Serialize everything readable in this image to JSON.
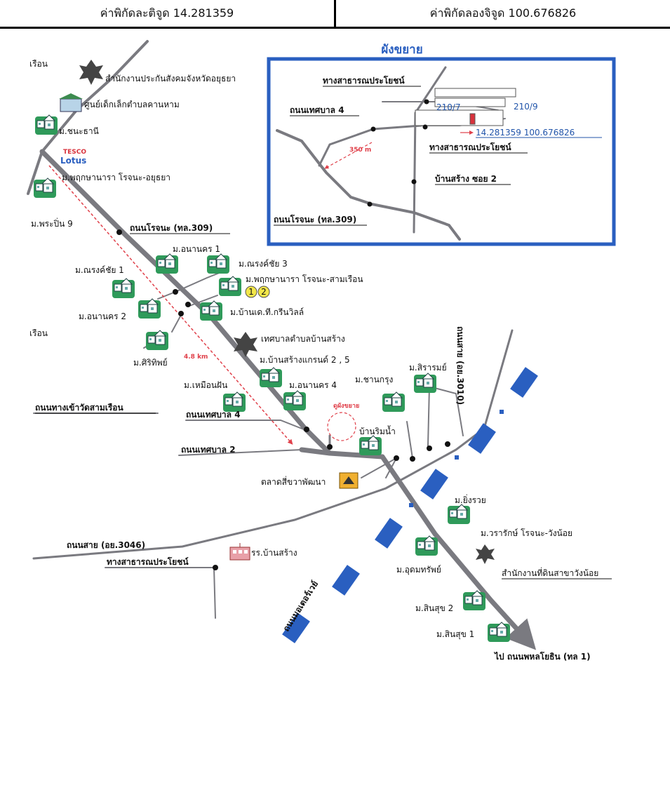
{
  "header": {
    "latitude_label": "ค่าพิกัดละติจูด 14.281359",
    "longitude_label": "ค่าพิกัดลองจิจูด 100.676826"
  },
  "inset": {
    "title": "ผังขยาย",
    "road_public_top": "ทางสาธารณประโยชน์",
    "road_thesaban4": "ถนนเทศบาล 4",
    "plot_2107": "210/7",
    "plot_2109": "210/9",
    "coords": "14.281359 100.676826",
    "road_public_right": "ทางสาธารณประโยชน์",
    "distance": "350 m",
    "soi": "บ้านสร้าง ซอย 2",
    "road_rojana": "ถนนโรจนะ (ทล.309)"
  },
  "labels": {
    "ruean_top": "เรือน",
    "social_security": "สำนักงานประกันสังคมจังหวัดอยุธยา",
    "child_center": "ศูนย์เด็กเล็กตำบลคานหาม",
    "chana_thani": "ม.ชนะธานี",
    "tesco_1": "TESCO",
    "tesco_2": "Lotus",
    "pruksa_rojana": "ม.พฤกษานารา โรจนะ-อยุธยา",
    "phra_pin": "ม.พระปิ่น 9",
    "rojana_road": "ถนนโรจนะ (ทล.309)",
    "ananakorn1": "ม.อนานคร 1",
    "narongchai1": "ม.ณรงค์ชัย 1",
    "narongchai3": "ม.ณรงค์ชัย 3",
    "pruksa_samruean": "ม.พฤกษานารา โรจนะ-สามเรือน",
    "badge1": "1",
    "badge2": "2",
    "ananakorn2": "ม.อนานคร 2",
    "ban_dt": "ม.บ้านเด.ที.กรีนวิลล์",
    "ruean_mid": "เรือน",
    "sirithip": "ม.ศิริทิพย์",
    "distance_main": "4.8 km",
    "thesaban_bansang": "เทศบาลตำบลบ้านสร้าง",
    "bansang_grand": "ม.บ้านสร้างแกรนด์ 2 , 5",
    "muean_fan": "ม.เหมือนฝัน",
    "ananakorn4": "ม.อนานคร 4",
    "chan_krung": "ม.ชานกรุง",
    "sirarom": "ม.สิรารมย์",
    "road_3010": "ถนนสาย (อย.3010)",
    "wat_samruean": "ถนนทางเข้าวัดสามเรือน",
    "thesaban4_main": "ถนนเทศบาล 4",
    "see_inset": "ดูผังขยาย",
    "ban_rim_nam": "บ้านริมน้ำ",
    "thesaban2": "ถนนเทศบาล 2",
    "market": "ตลาดสี่ขวาพัฒนา",
    "ying_ruai": "ม.ยิ่งรวย",
    "road_3046": "ถนนสาย (อย.3046)",
    "public_road": "ทางสาธารณประโยชน์",
    "school": "รร.บ้านสร้าง",
    "warrarak": "ม.วรารักษ์ โรจนะ-วังน้อย",
    "land_office": "สำนักงานที่ดินสาขาวังน้อย",
    "udomsap": "ม.อุดมทรัพย์",
    "motorway": "ถนนมอเตอร์เวย์",
    "sinsuk2": "ม.สินสุข 2",
    "sinsuk1": "ม.สินสุข 1",
    "to_phahonyothin": "ไป ถนนพหลโยธิน (ทล 1)"
  },
  "colors": {
    "road": "#7a7a80",
    "inset_border": "#2a5fc0",
    "motorway": "#2a5fc0",
    "house": "#2f9a5a",
    "route": "#e0404a",
    "badge": "#f2e64a"
  }
}
